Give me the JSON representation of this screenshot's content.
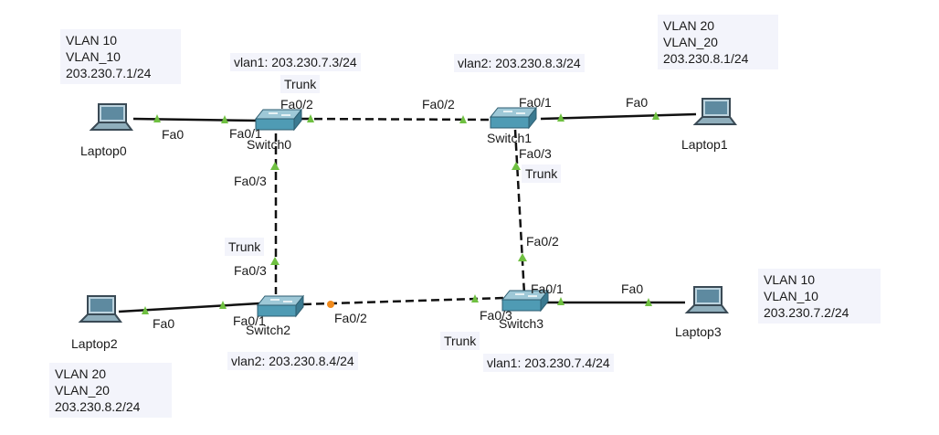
{
  "notes": {
    "laptop0": [
      "VLAN 10",
      "VLAN_10",
      "203.230.7.1/24"
    ],
    "laptop1": [
      "VLAN 20",
      "VLAN_20",
      "203.230.8.1/24"
    ],
    "laptop2": [
      "VLAN 20",
      "VLAN_20",
      "203.230.8.2/24"
    ],
    "laptop3": [
      "VLAN 10",
      "VLAN_10",
      "203.230.7.2/24"
    ]
  },
  "switch_notes": {
    "switch0": "vlan1: 203.230.7.3/24",
    "switch1": "vlan2: 203.230.8.3/24",
    "switch2": "vlan2: 203.230.8.4/24",
    "switch3": "vlan1: 203.230.7.4/24"
  },
  "devices": {
    "laptop0": "Laptop0",
    "laptop1": "Laptop1",
    "laptop2": "Laptop2",
    "laptop3": "Laptop3",
    "switch0": "Switch0",
    "switch1": "Switch1",
    "switch2": "Switch2",
    "switch3": "Switch3"
  },
  "ports": {
    "l0_fa0": "Fa0",
    "s0_fa01": "Fa0/1",
    "s0_fa02": "Fa0/2",
    "s0_fa03": "Fa0/3",
    "s1_fa02": "Fa0/2",
    "s1_fa01": "Fa0/1",
    "s1_fa03": "Fa0/3",
    "l1_fa0": "Fa0",
    "s2_fa03": "Fa0/3",
    "s2_fa01": "Fa0/1",
    "s2_fa02": "Fa0/2",
    "l2_fa0": "Fa0",
    "s3_fa02": "Fa0/2",
    "s3_fa03": "Fa0/3",
    "s3_fa01": "Fa0/1",
    "l3_fa0": "Fa0"
  },
  "trunks": {
    "s0_s1": "Trunk",
    "s1_s3": "Trunk",
    "s0_s2": "Trunk",
    "s2_s3": "Trunk"
  },
  "colors": {
    "link_up": "#6fc041",
    "link_pending": "#f08a1c",
    "switch_body": "#4f9bb4",
    "note_bg": "#f3f4fb"
  }
}
